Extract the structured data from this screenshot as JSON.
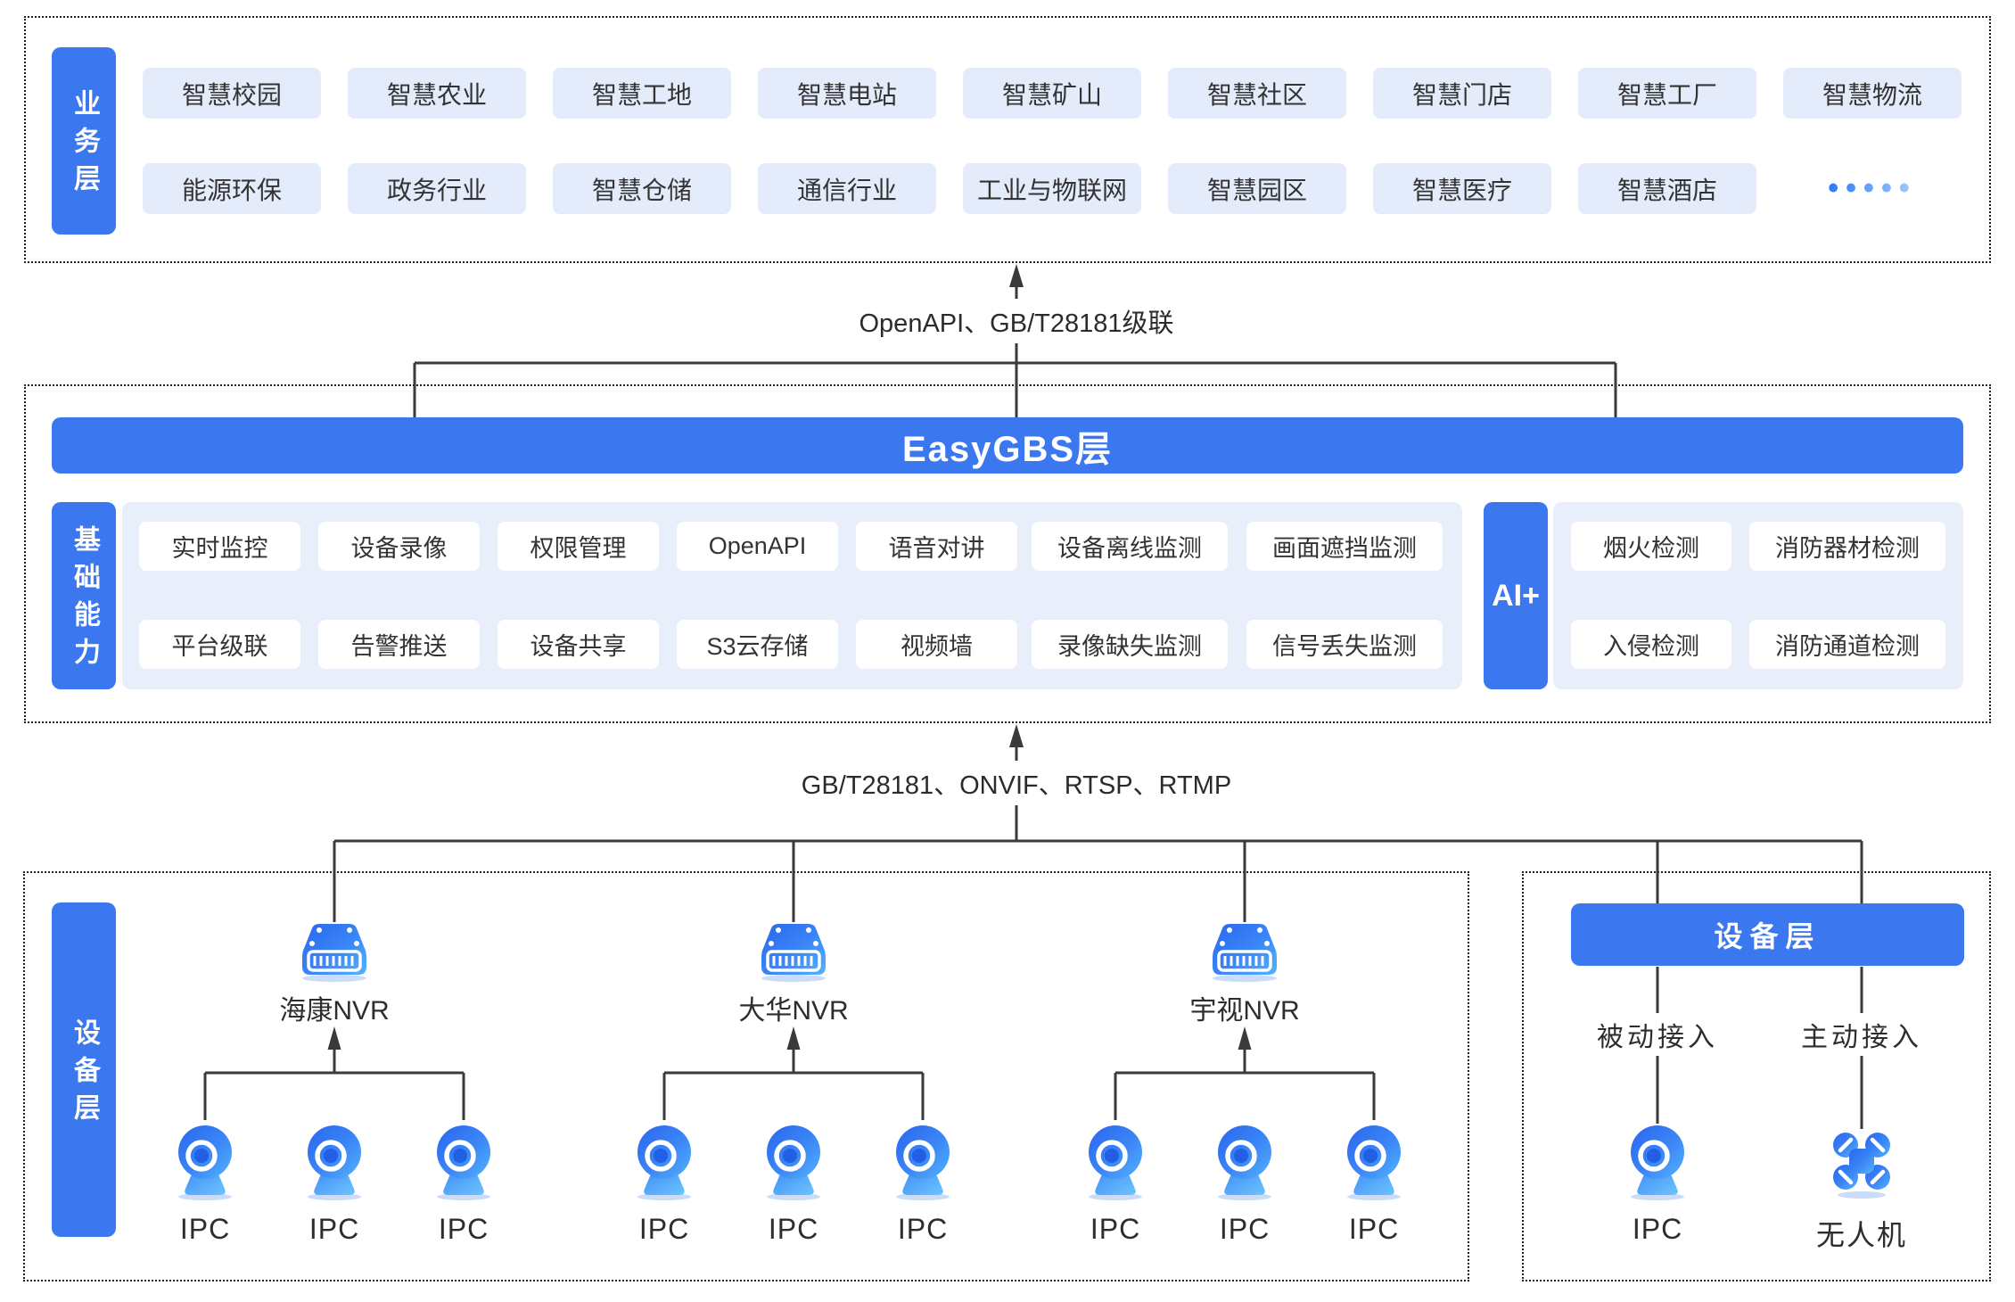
{
  "colors": {
    "primary_blue": "#3b78f0",
    "chip_light_blue": "#e4ecfc",
    "panel_light_blue": "#e9eefb",
    "line_dark": "#3a3a3a",
    "text_dark": "#333333"
  },
  "business": {
    "side_label": "业务层",
    "row1": [
      "智慧校园",
      "智慧农业",
      "智慧工地",
      "智慧电站",
      "智慧矿山",
      "智慧社区",
      "智慧门店",
      "智慧工厂",
      "智慧物流"
    ],
    "row2": [
      "能源环保",
      "政务行业",
      "智慧仓储",
      "通信行业",
      "工业与物联网",
      "智慧园区",
      "智慧医疗",
      "智慧酒店",
      "•••••"
    ]
  },
  "links": {
    "top": "OpenAPI、GB/T28181级联",
    "bottom": "GB/T28181、ONVIF、RTSP、RTMP"
  },
  "easygbs": {
    "banner": "EasyGBS层",
    "side_label": "基础能力",
    "cap_row1": [
      "实时监控",
      "设备录像",
      "权限管理",
      "OpenAPI",
      "语音对讲",
      "设备离线监测",
      "画面遮挡监测"
    ],
    "cap_row2": [
      "平台级联",
      "告警推送",
      "设备共享",
      "S3云存储",
      "视频墙",
      "录像缺失监测",
      "信号丢失监测"
    ],
    "ai_label": "AI+",
    "ai_row1": [
      "烟火检测",
      "消防器材检测"
    ],
    "ai_row2": [
      "入侵检测",
      "消防通道检测"
    ]
  },
  "devices_left": {
    "side_label": "设备层",
    "groups": [
      {
        "nvr": "海康NVR",
        "ipcs": [
          "IPC",
          "IPC",
          "IPC"
        ]
      },
      {
        "nvr": "大华NVR",
        "ipcs": [
          "IPC",
          "IPC",
          "IPC"
        ]
      },
      {
        "nvr": "宇视NVR",
        "ipcs": [
          "IPC",
          "IPC",
          "IPC"
        ]
      }
    ]
  },
  "devices_right": {
    "banner": "设备层",
    "items": [
      {
        "access": "被动接入",
        "device": "IPC"
      },
      {
        "access": "主动接入",
        "device": "无人机"
      }
    ]
  }
}
